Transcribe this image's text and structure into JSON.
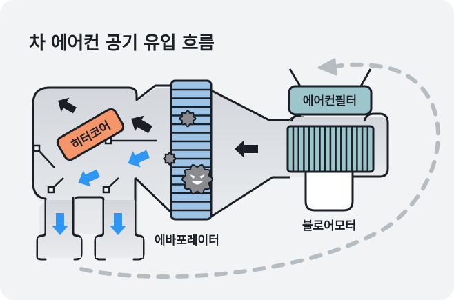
{
  "title": "차 에어컨 공기 유입 흐름",
  "labels": {
    "heater_core": "히터코어",
    "evaporator": "에바포레이터",
    "air_filter": "에어컨필터",
    "blower_motor": "블로어모터"
  },
  "colors": {
    "background": "#f2f3f5",
    "outline": "#1b1f25",
    "duct_fill": "#d7dadf",
    "heater_core": "#f4956a",
    "evaporator": "#9dc3e6",
    "filter": "#9cc6cb",
    "cool_air_arrow": "#2f96f3",
    "warm_air_arrow": "#1b1f25",
    "dust": "#8a8c90",
    "return_path": "#b5bcc2"
  }
}
